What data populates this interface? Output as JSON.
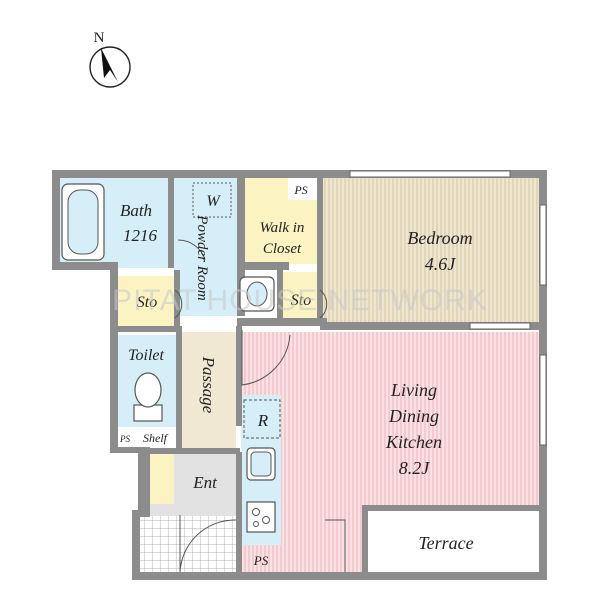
{
  "compass": {
    "label": "N"
  },
  "rooms": {
    "bath": {
      "name": "Bath",
      "size": "1216"
    },
    "washer": {
      "name": "W"
    },
    "powder_room": {
      "name": "Powder Room"
    },
    "walk_in_closet": {
      "line1": "Walk in",
      "line2": "Closet"
    },
    "ps_top": {
      "name": "PS"
    },
    "bedroom": {
      "name": "Bedroom",
      "size": "4.6J"
    },
    "storage_left": {
      "name": "Sto"
    },
    "storage_right": {
      "name": "Sto"
    },
    "toilet": {
      "name": "Toilet"
    },
    "ps_toilet": {
      "name": "PS"
    },
    "shelf": {
      "name": "Shelf"
    },
    "passage": {
      "name": "Passage"
    },
    "refrigerator": {
      "name": "R"
    },
    "ldk": {
      "line1": "Living",
      "line2": "Dining",
      "line3": "Kitchen",
      "size": "8.2J"
    },
    "entrance": {
      "name": "Ent"
    },
    "ps_bottom": {
      "name": "PS"
    },
    "terrace": {
      "name": "Terrace"
    }
  },
  "watermark": "PITAT HOUSE NETWORK",
  "colors": {
    "wall": "#8c8c8c",
    "bath": "#d6eef7",
    "utility": "#d6eef7",
    "closet": "#fbf4c2",
    "bedroom": "#efe6cf",
    "bedroom_stripe": "#cdbf9c",
    "ldk": "#fbe1e4",
    "ldk_stripe": "#e8a7b0",
    "passage": "#f0e8d2",
    "entrance": "#e2e2e2",
    "terrace": "#ffffff"
  }
}
